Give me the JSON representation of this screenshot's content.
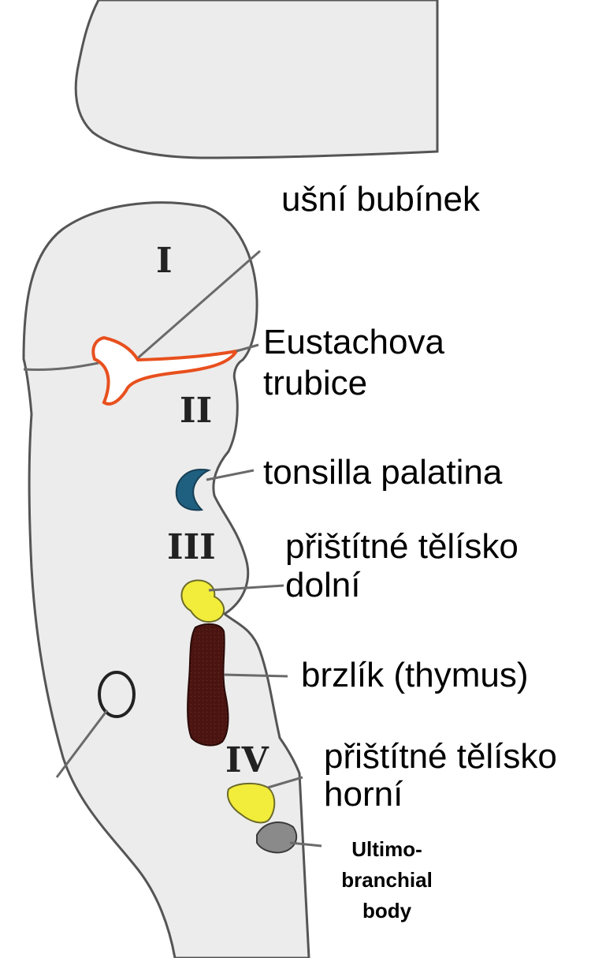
{
  "pouch_numerals": [
    "I",
    "II",
    "III",
    "IV"
  ],
  "labels": {
    "eardrum": "ušní bubínek",
    "eustachian_line1": "Eustachova",
    "eustachian_line2": "trubice",
    "tonsil": "tonsilla palatina",
    "lower_parathyroid_line1": "přištítné tělísko",
    "lower_parathyroid_line2": "dolní",
    "thymus": "brzlík (thymus)",
    "upper_parathyroid_line1": "přištítné tělísko",
    "upper_parathyroid_line2": "horní",
    "ultimobranchial_line1": "Ultimo-",
    "ultimobranchial_line2": "branchial",
    "ultimobranchial_line3": "body"
  },
  "colors": {
    "tissue": "#ececec",
    "outline": "#555555",
    "eustachian_tube": "#e8501e",
    "tonsil": "#1f5f7f",
    "parathyroid": "#f2ec3a",
    "thymus": "#4a1410",
    "ultimobranchial": "#8a8a8a"
  }
}
